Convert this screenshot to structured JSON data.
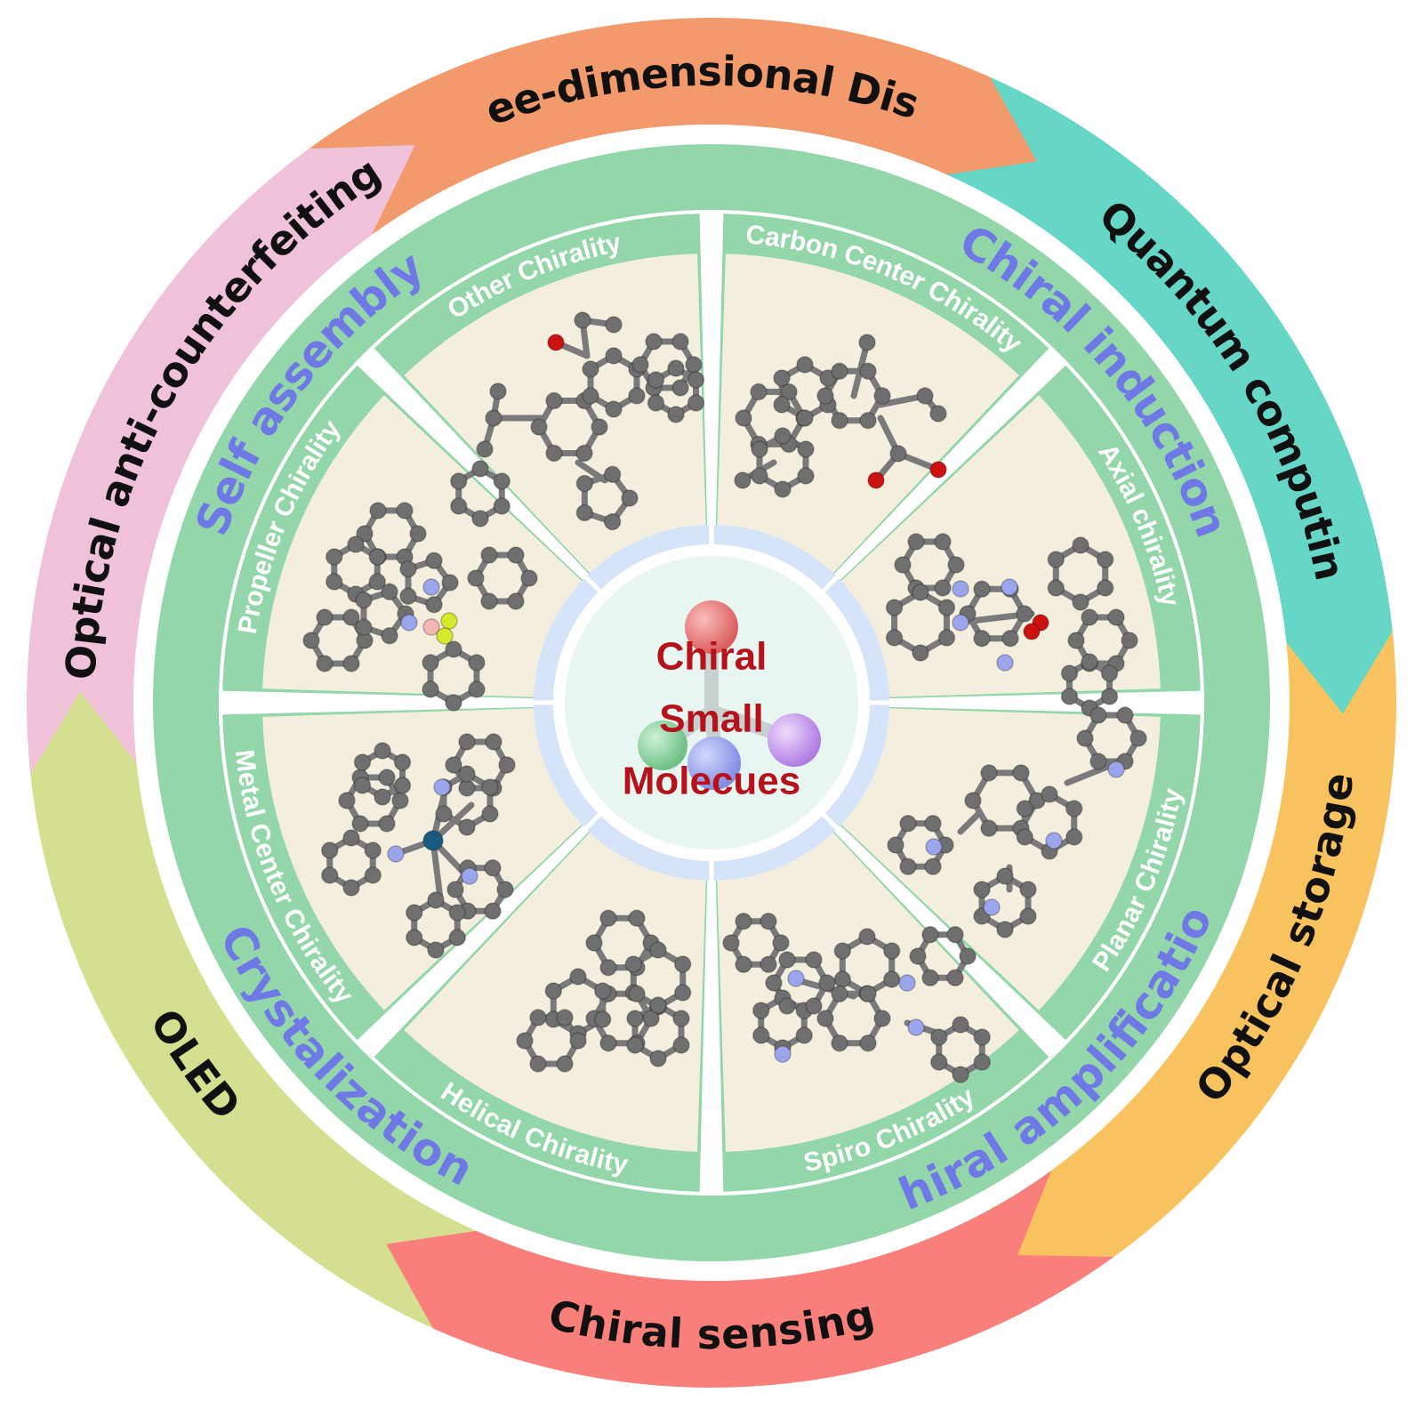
{
  "center": {
    "lines": [
      "Chiral",
      "Small",
      "Molecues"
    ]
  },
  "applications": [
    {
      "label": "Three-dimensional Display",
      "color": "#f29a6c"
    },
    {
      "label": "Quantum computing",
      "color": "#66d6c6"
    },
    {
      "label": "Optical storage",
      "color": "#f8c35f"
    },
    {
      "label": "Chiral  sensing",
      "color": "#f9807a"
    },
    {
      "label": "OLED",
      "color": "#d4df8f"
    },
    {
      "label": "Optical anti-counterfeiting",
      "color": "#f0c2da"
    }
  ],
  "strategies": [
    {
      "label": "Chiral induction"
    },
    {
      "label": "Chiral amplification"
    },
    {
      "label": "Crystalization"
    },
    {
      "label": "Self assembly"
    }
  ],
  "chirality_types": [
    {
      "label": "Carbon Center Chirality"
    },
    {
      "label": "Axial chirality"
    },
    {
      "label": "Planar Chirality"
    },
    {
      "label": "Spiro Chirality"
    },
    {
      "label": "Helical Chirality"
    },
    {
      "label": "Metal Center Chirality"
    },
    {
      "label": "Propeller Chirality"
    },
    {
      "label": "Other Chirality"
    }
  ],
  "colors": {
    "middle_ring": "#93d6a9",
    "sector_fill": "#f3eedd",
    "inner_halo": "#d6e4fa",
    "core_fill": "#e8f6f1",
    "atom_carbon": "#6f6f6f",
    "atom_oxygen": "#cc1111",
    "atom_nitrogen": "#9ba5ec",
    "atom_boron": "#f3b5b5",
    "atom_fluorine": "#d6ea2a",
    "atom_metal": "#1a5a80"
  }
}
